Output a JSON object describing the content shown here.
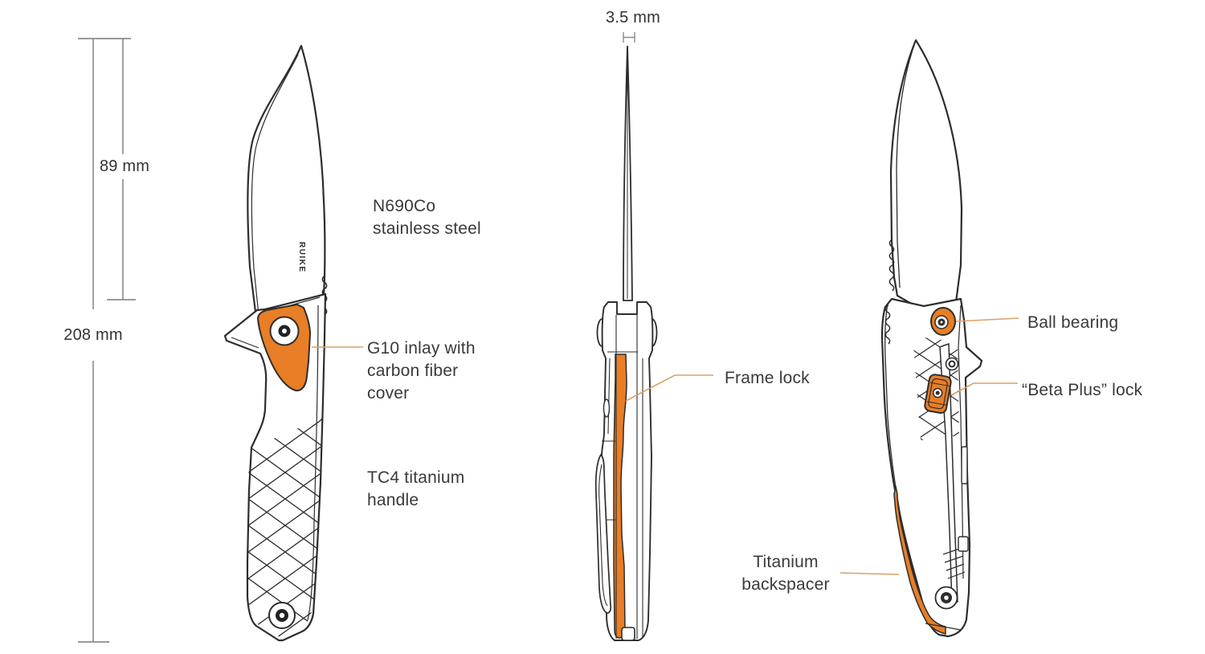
{
  "colors": {
    "accent_orange": "#e87e25",
    "callout_line": "#d9a266",
    "outline": "#2d2d2d",
    "dimension_line": "#7a7a7a",
    "text": "#3a3a3a"
  },
  "brand_on_blade": "RUIKE",
  "dimensions": {
    "blade_length": "89 mm",
    "overall_length": "208 mm",
    "blade_thickness": "3.5 mm"
  },
  "labels": {
    "blade_steel": {
      "lines": [
        "N690Co",
        "stainless steel"
      ]
    },
    "g10_inlay": {
      "lines": [
        "G10 inlay with",
        "carbon fiber",
        "cover"
      ]
    },
    "handle_material": {
      "lines": [
        "TC4 titanium",
        "handle"
      ]
    },
    "frame_lock": "Frame lock",
    "titanium_backspacer": {
      "lines": [
        "Titanium",
        "backspacer"
      ]
    },
    "ball_bearing": "Ball bearing",
    "beta_plus_lock": "“Beta Plus” lock"
  }
}
